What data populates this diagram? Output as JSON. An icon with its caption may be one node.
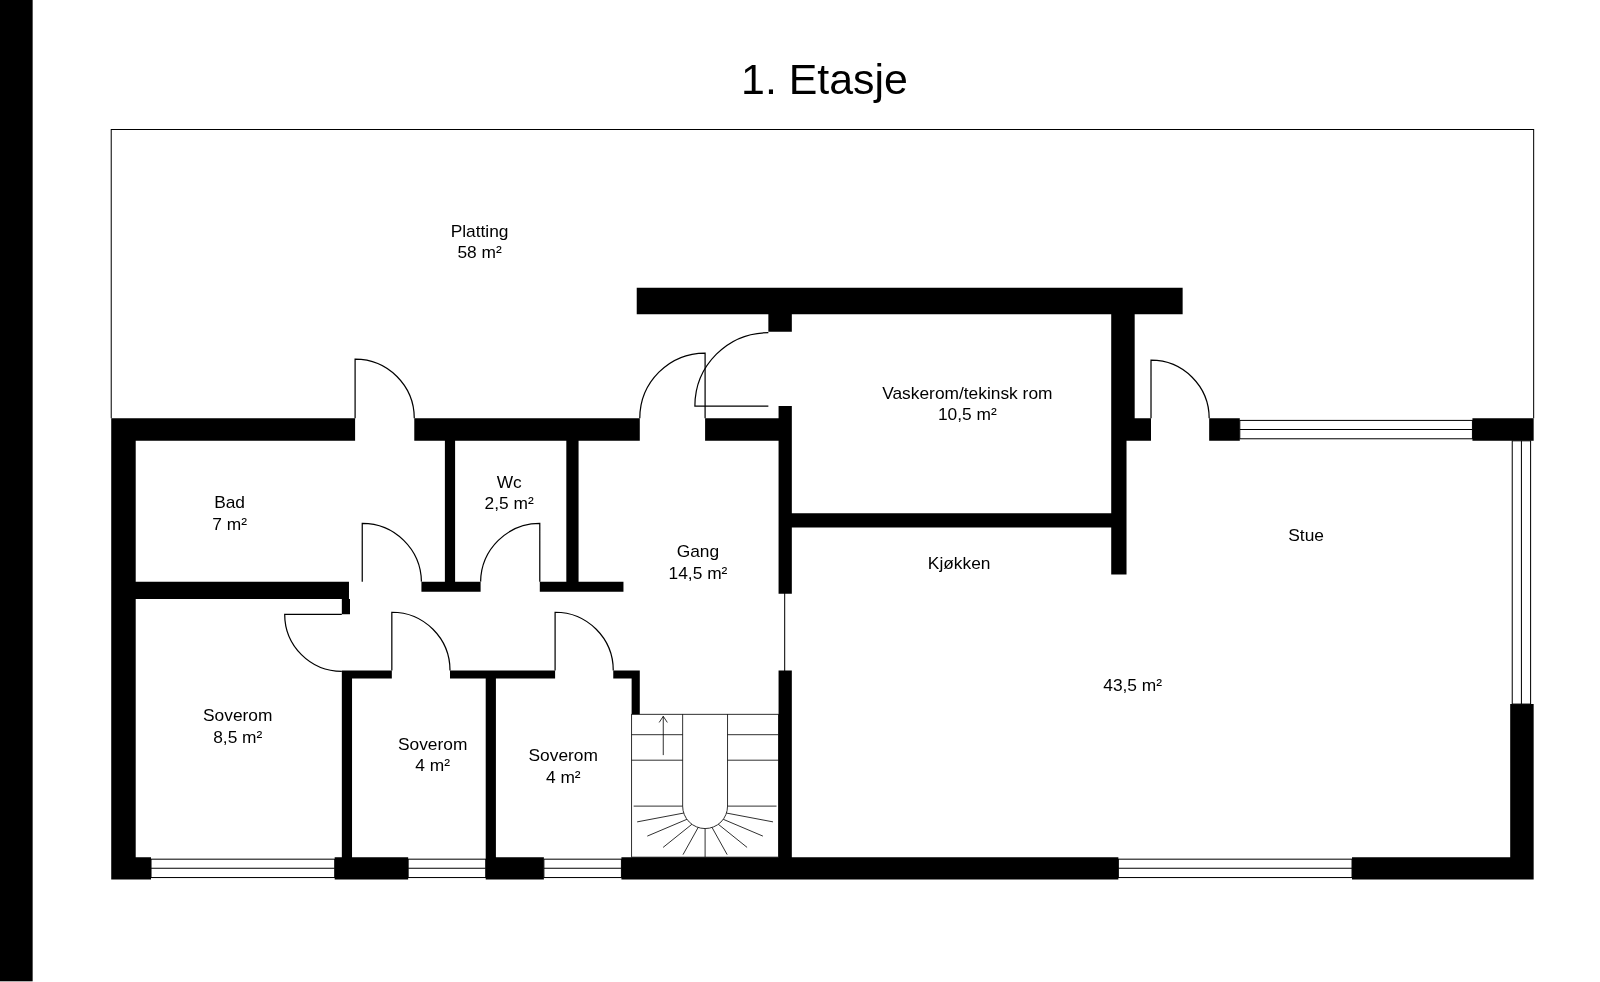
{
  "diagram": {
    "title": "1. Etasje",
    "nodes": [
      {
        "text": [
          "Platting",
          "58 m²"
        ]
      },
      {
        "text": [
          "Vaskerom/tekinsk rom",
          "10,5 m²"
        ]
      },
      {
        "text": [
          "Bad",
          "7 m²"
        ]
      },
      {
        "text": [
          "Wc",
          "2,5 m²"
        ]
      },
      {
        "text": [
          "Gang",
          "14,5 m²"
        ]
      },
      {
        "text": [
          "Kjøkken",
          "Stue",
          "43,5 m²"
        ]
      },
      {
        "text": [
          "Soverom",
          "8,5 m²"
        ]
      },
      {
        "text": [
          "Soverom",
          "4 m²"
        ]
      },
      {
        "text": [
          "Soverom",
          "4 m²"
        ]
      }
    ]
  }
}
